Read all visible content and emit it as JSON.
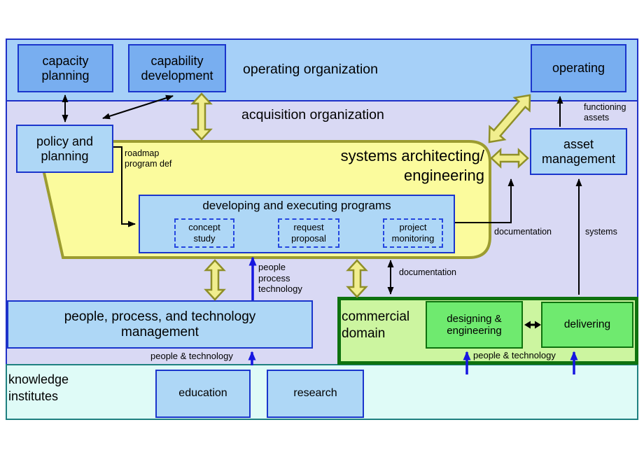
{
  "bands": {
    "operating_label": "operating organization",
    "acquisition_label": "acquisition organization",
    "knowledge_label": "knowledge\ninstitutes"
  },
  "boxes": {
    "capacity_planning": "capacity\nplanning",
    "capability_development": "capability\ndevelopment",
    "operating": "operating",
    "policy_planning": "policy and\nplanning",
    "asset_management": "asset\nmanagement",
    "systems_architecting": "systems architecting/\nengineering",
    "developing_programs": "developing and executing programs",
    "concept_study": "concept\nstudy",
    "request_proposal": "request\nproposal",
    "project_monitoring": "project\nmonitoring",
    "ppt_management": "people, process, and technology\nmanagement",
    "commercial_domain": "commercial\ndomain",
    "designing_engineering": "designing &\nengineering",
    "delivering": "delivering",
    "education": "education",
    "research": "research"
  },
  "labels": {
    "roadmap": "roadmap\nprogram def",
    "functioning_assets": "functioning\nassets",
    "documentation_right": "documentation",
    "systems": "systems",
    "documentation_mid": "documentation",
    "people_process_technology": "people\nprocess\ntechnology",
    "people_technology_left": "people & technology",
    "people_technology_commercial": "people & technology"
  },
  "colors": {
    "band_operating": "#A6D0F8",
    "band_acquisition": "#D9D9F4",
    "band_knowledge": "#DFFBF7",
    "box_blue_dark": "#78AEF0",
    "box_blue_light": "#AED7F6",
    "border_blue": "#1A35CC",
    "yellow_fill": "#FBFB9D",
    "yellow_border": "#9C9C30",
    "green_outer": "#CCF5A0",
    "green_inner": "#6FEA6F",
    "green_border": "#0E720E",
    "arrow_blue": "#1616E0",
    "arrow_black": "#000000"
  }
}
